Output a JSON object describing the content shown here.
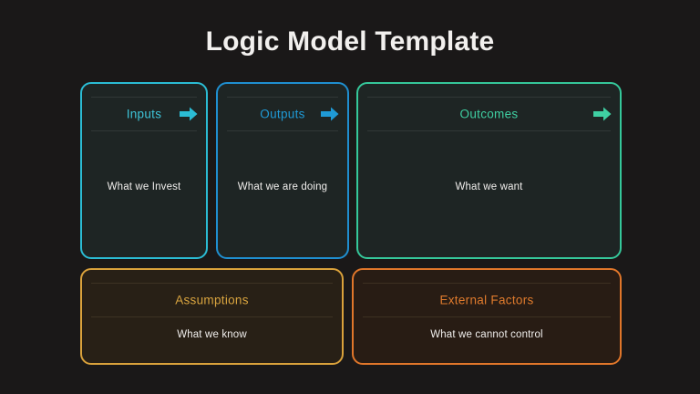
{
  "slide": {
    "title": "Logic Model Template",
    "background_color": "#1a1818"
  },
  "cards": [
    {
      "id": "inputs",
      "title": "Inputs",
      "body": "What we Invest",
      "accent_color": "#2bbcd4",
      "title_color": "#3ec4d8",
      "surface_color": "#1e2524",
      "icon": "arrow-right-icon",
      "has_arrow": true,
      "row": "top"
    },
    {
      "id": "outputs",
      "title": "Outputs",
      "body": "What we are doing",
      "accent_color": "#1f8fd0",
      "title_color": "#1f9ad6",
      "surface_color": "#1e2524",
      "icon": "arrow-right-icon",
      "has_arrow": true,
      "row": "top"
    },
    {
      "id": "outcomes",
      "title": "Outcomes",
      "body": "What we want",
      "accent_color": "#35c79a",
      "title_color": "#3fcfa2",
      "surface_color": "#1e2524",
      "icon": "arrow-right-icon",
      "has_arrow": true,
      "row": "top"
    },
    {
      "id": "assumptions",
      "title": "Assumptions",
      "body": "What we know",
      "accent_color": "#d9a13b",
      "title_color": "#d9a43f",
      "surface_color": "#282016",
      "has_arrow": false,
      "row": "bottom"
    },
    {
      "id": "external",
      "title": "External Factors",
      "body": "What we cannot control",
      "accent_color": "#e0762a",
      "title_color": "#e07b2d",
      "surface_color": "#281c14",
      "has_arrow": false,
      "row": "bottom"
    }
  ]
}
